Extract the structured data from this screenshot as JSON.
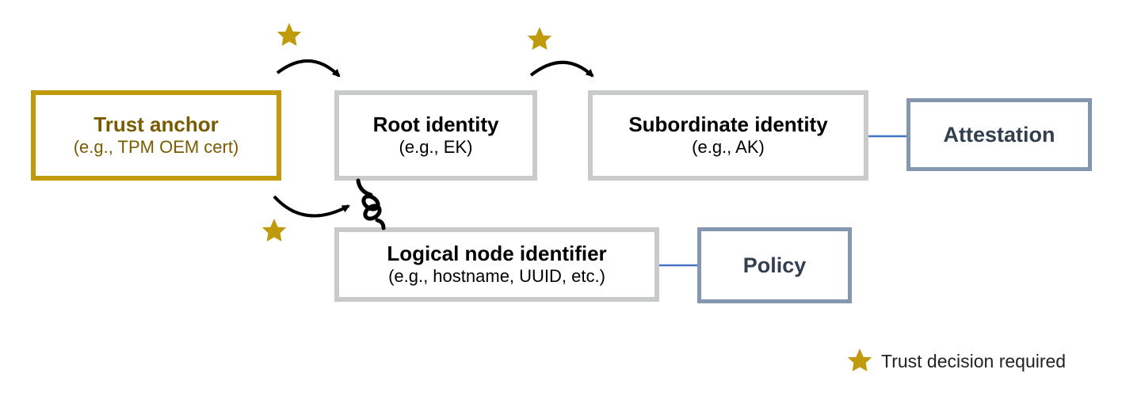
{
  "nodes": {
    "trust_anchor": {
      "title": "Trust anchor",
      "subtitle": "(e.g., TPM OEM cert)"
    },
    "root_identity": {
      "title": "Root identity",
      "subtitle": "(e.g., EK)"
    },
    "subordinate_identity": {
      "title": "Subordinate identity",
      "subtitle": "(e.g., AK)"
    },
    "logical_node": {
      "title": "Logical node identifier",
      "subtitle": "(e.g., hostname, UUID, etc.)"
    },
    "attestation": {
      "title": "Attestation"
    },
    "policy": {
      "title": "Policy"
    }
  },
  "legend": {
    "label": "Trust decision required",
    "icon": "star-icon"
  },
  "colors": {
    "gold": "#c09a0b",
    "gold_text": "#7a5c00",
    "gray_border": "#c9cbcb",
    "slate_border": "#8496b0",
    "navy_text": "#323f4f",
    "blue_arrow": "#4472c4"
  }
}
